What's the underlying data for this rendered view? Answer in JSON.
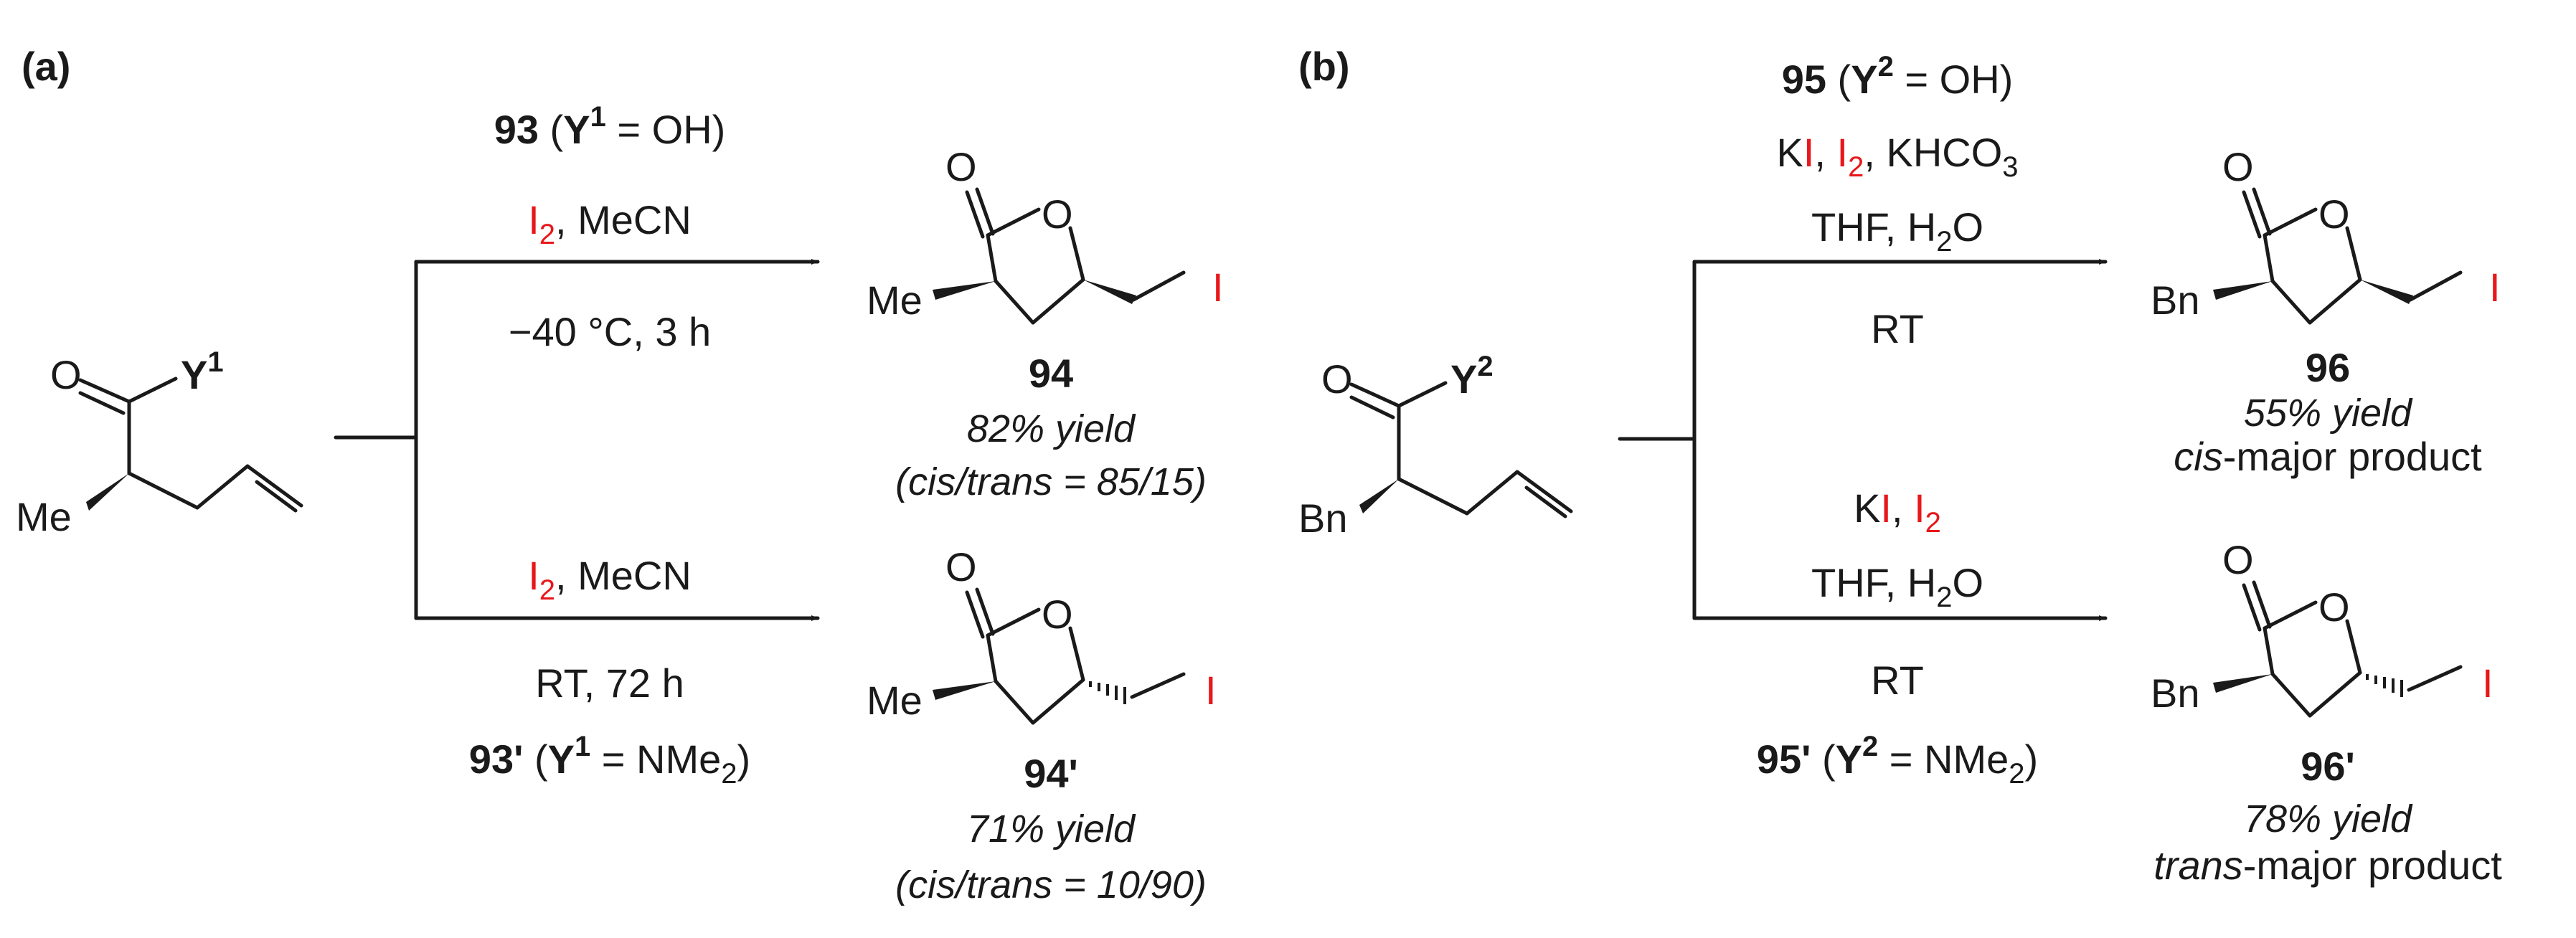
{
  "panels": {
    "a": "(a)",
    "b": "(b)"
  },
  "colors": {
    "iodine": "#e8171a",
    "ink": "#1a1a1a"
  },
  "scheme_a": {
    "start": {
      "y_label": "Y",
      "y_sup": "1",
      "oxygen": "O",
      "substituent": "Me"
    },
    "top": {
      "reagent_num": "93",
      "reagent_open": " (",
      "reagent_y": "Y",
      "reagent_y_sup": "1",
      "reagent_rest": " = OH)",
      "iodine": "I",
      "iodine_sub": "2",
      "solvent": ", MeCN",
      "conditions": "−40 °C, 3 h",
      "product": "94",
      "yield": "82% yield",
      "ratio": "(cis/trans = 85/15)"
    },
    "bottom": {
      "iodine": "I",
      "iodine_sub": "2",
      "solvent": ", MeCN",
      "conditions": "RT, 72 h",
      "reagent_num": "93'",
      "reagent_open": " (",
      "reagent_y": "Y",
      "reagent_y_sup": "1",
      "reagent_rest": " = NMe",
      "reagent_rest_sub": "2",
      "reagent_close": ")",
      "product": "94'",
      "yield": "71% yield",
      "ratio": "(cis/trans = 10/90)"
    },
    "product_atoms": {
      "carbonyl_o": "O",
      "ring_o": "O",
      "substituent": "Me",
      "iodine": "I"
    }
  },
  "scheme_b": {
    "start": {
      "y_label": "Y",
      "y_sup": "2",
      "oxygen": "O",
      "substituent": "Bn"
    },
    "top": {
      "reagent_num": "95",
      "reagent_open": " (",
      "reagent_y": "Y",
      "reagent_y_sup": "2",
      "reagent_rest": " = OH)",
      "k": "K",
      "iodine": "I",
      "comma1": ", ",
      "iodine2": "I",
      "iodine2_sub": "2",
      "base": ", KHCO",
      "base_sub": "3",
      "solvent": "THF, H",
      "solvent_sub": "2",
      "solvent_end": "O",
      "conditions": "RT",
      "product": "96",
      "yield": "55% yield",
      "selectivity_prefix": "cis",
      "selectivity_rest": "-major product"
    },
    "bottom": {
      "k": "K",
      "iodine": "I",
      "comma1": ", ",
      "iodine2": "I",
      "iodine2_sub": "2",
      "solvent": "THF, H",
      "solvent_sub": "2",
      "solvent_end": "O",
      "conditions": "RT",
      "reagent_num": "95'",
      "reagent_open": " (",
      "reagent_y": "Y",
      "reagent_y_sup": "2",
      "reagent_rest": " = NMe",
      "reagent_rest_sub": "2",
      "reagent_close": ")",
      "product": "96'",
      "yield": "78% yield",
      "selectivity_prefix": "trans",
      "selectivity_rest": "-major product"
    },
    "product_atoms": {
      "carbonyl_o": "O",
      "ring_o": "O",
      "substituent": "Bn",
      "iodine": "I"
    }
  }
}
